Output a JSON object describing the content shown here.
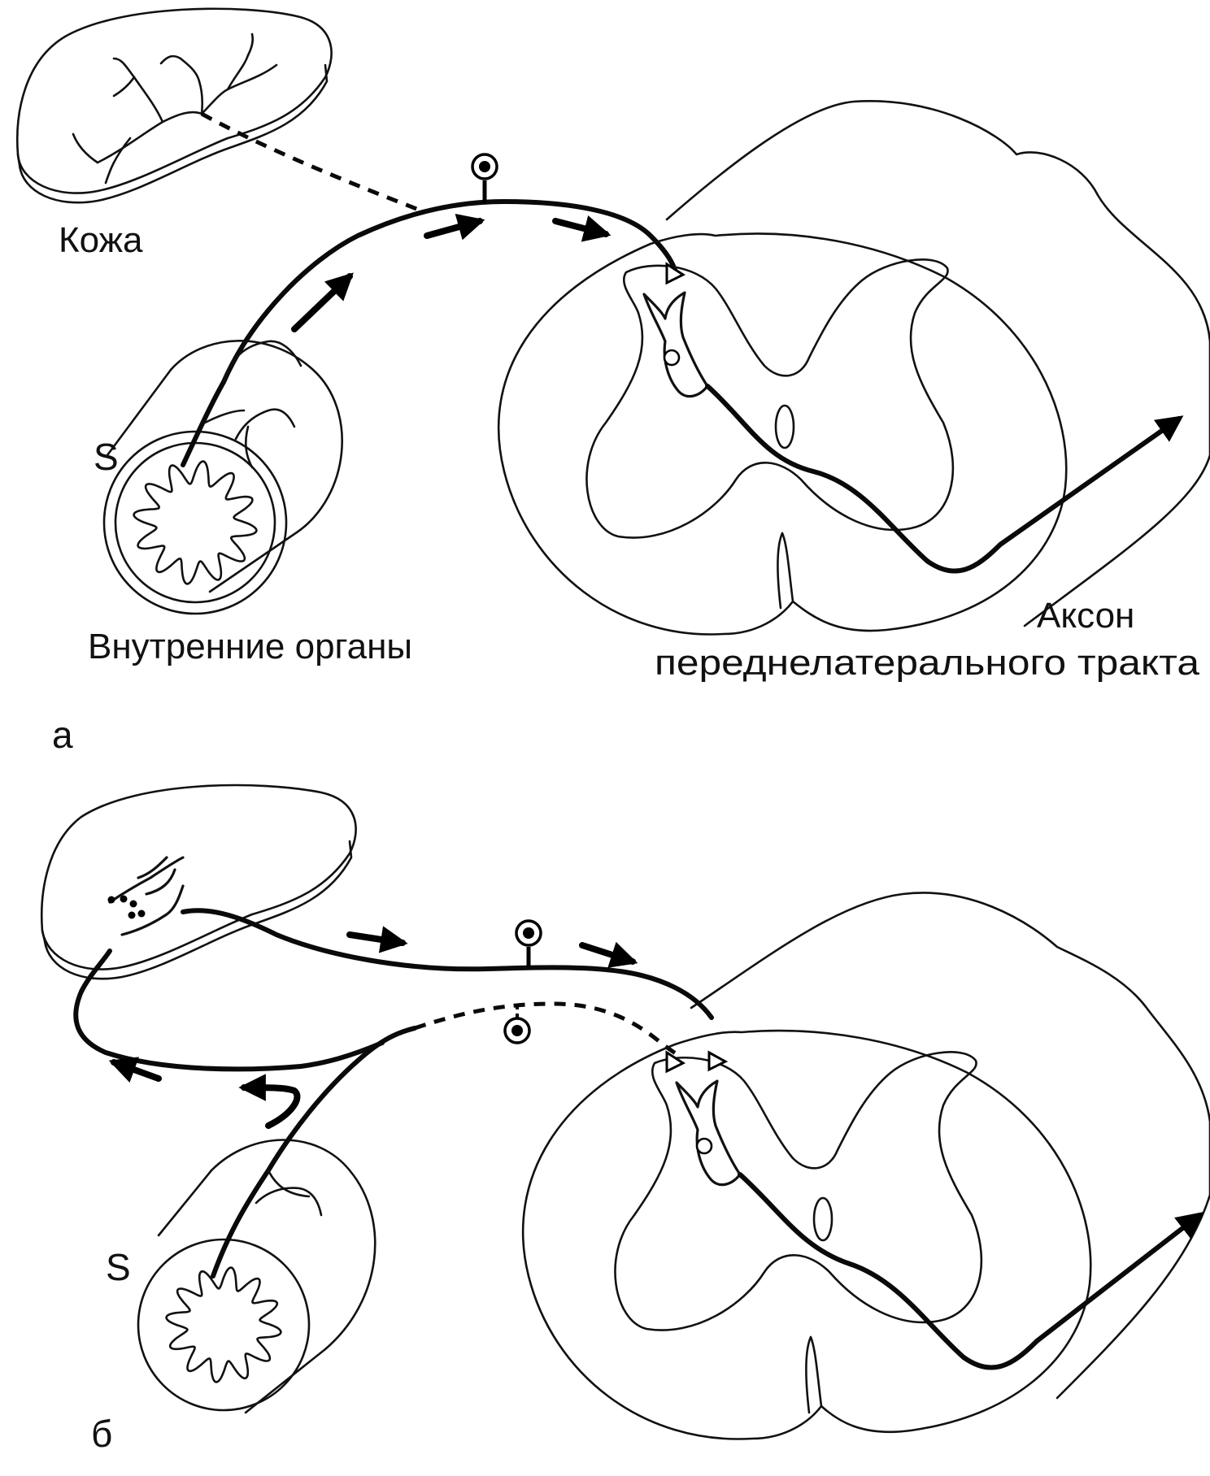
{
  "panel_a": {
    "letter": "а",
    "skin_label": "Кожа",
    "organ_symbol": "S",
    "organ_label": "Внутренние органы",
    "axon_label_line1": "Аксон",
    "axon_label_line2": "переднелатерального тракта"
  },
  "panel_b": {
    "letter": "б",
    "organ_symbol": "S"
  }
}
